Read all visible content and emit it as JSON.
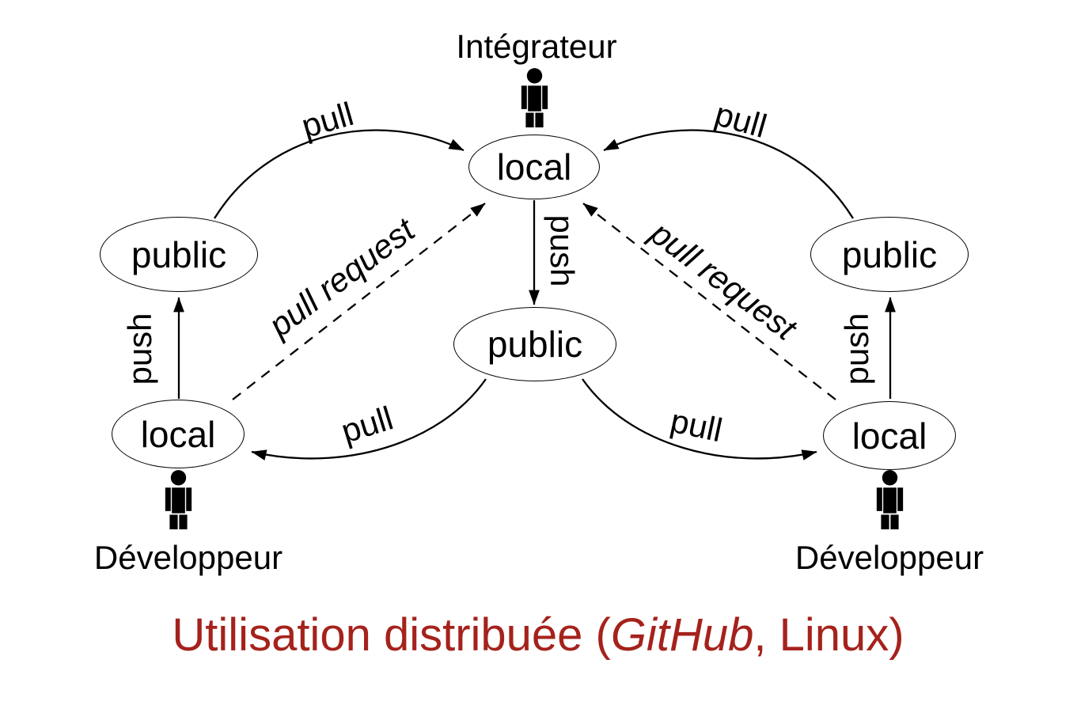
{
  "diagram": {
    "nodes": {
      "top_local": "local",
      "left_public": "public",
      "right_public": "public",
      "center_public": "public",
      "left_local": "local",
      "right_local": "local"
    },
    "actors": {
      "integrator": "Intégrateur",
      "developer_left": "Développeur",
      "developer_right": "Développeur"
    },
    "edge_labels": {
      "pull_top_left": "pull",
      "pull_top_right": "pull",
      "push_center": "push",
      "push_left": "push",
      "push_right": "push",
      "pull_request_left": "pull request",
      "pull_request_right": "pull request",
      "pull_bottom_left": "pull",
      "pull_bottom_right": "pull"
    },
    "icons": {
      "person": "person-silhouette-icon"
    }
  },
  "caption": {
    "text_before_emphasis": "Utilisation distribuée (",
    "emphasis": "GitHub",
    "text_after_emphasis": ", Linux)"
  },
  "colors": {
    "ink": "#000000",
    "background": "#FFFFFF",
    "caption_red": "#A5221C"
  }
}
